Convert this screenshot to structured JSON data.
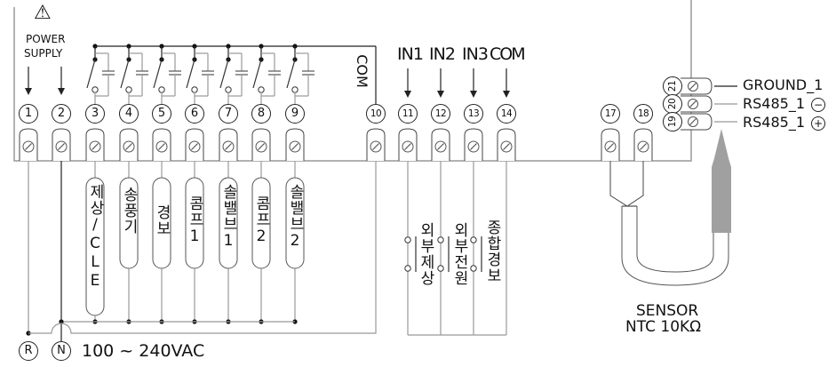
{
  "power": {
    "warning_icon": "warning-triangle-icon",
    "label_line1": "POWER",
    "label_line2": "SUPPLY",
    "r_label": "R",
    "n_label": "N",
    "voltage": "100 ~ 240VAC"
  },
  "relay_com_label": "COM",
  "terminals_top": [
    "1",
    "2",
    "3",
    "4",
    "5",
    "6",
    "7",
    "8",
    "9",
    "10",
    "11",
    "12",
    "13",
    "14",
    "17",
    "18"
  ],
  "terminals_side": [
    "21",
    "20",
    "19"
  ],
  "loads": [
    "제상/CLE",
    "송풍기",
    "경보",
    "콤프1",
    "솔밸브1",
    "콤프2",
    "솔밸브2"
  ],
  "inputs": {
    "labels": [
      "IN1",
      "IN2",
      "IN3",
      "COM"
    ],
    "devices": [
      "외부제상",
      "외부전원",
      "종합경보"
    ]
  },
  "comm": {
    "ground": "GROUND_1",
    "rs485_minus": "RS485_1",
    "rs485_plus": "RS485_1",
    "minus_sign": "−",
    "plus_sign": "+"
  },
  "sensor": {
    "label": "SENSOR",
    "type": "NTC 10KΩ"
  },
  "colors": {
    "line": "#222222",
    "grey_wire": "#999999",
    "probe": "#a0a0a0"
  }
}
